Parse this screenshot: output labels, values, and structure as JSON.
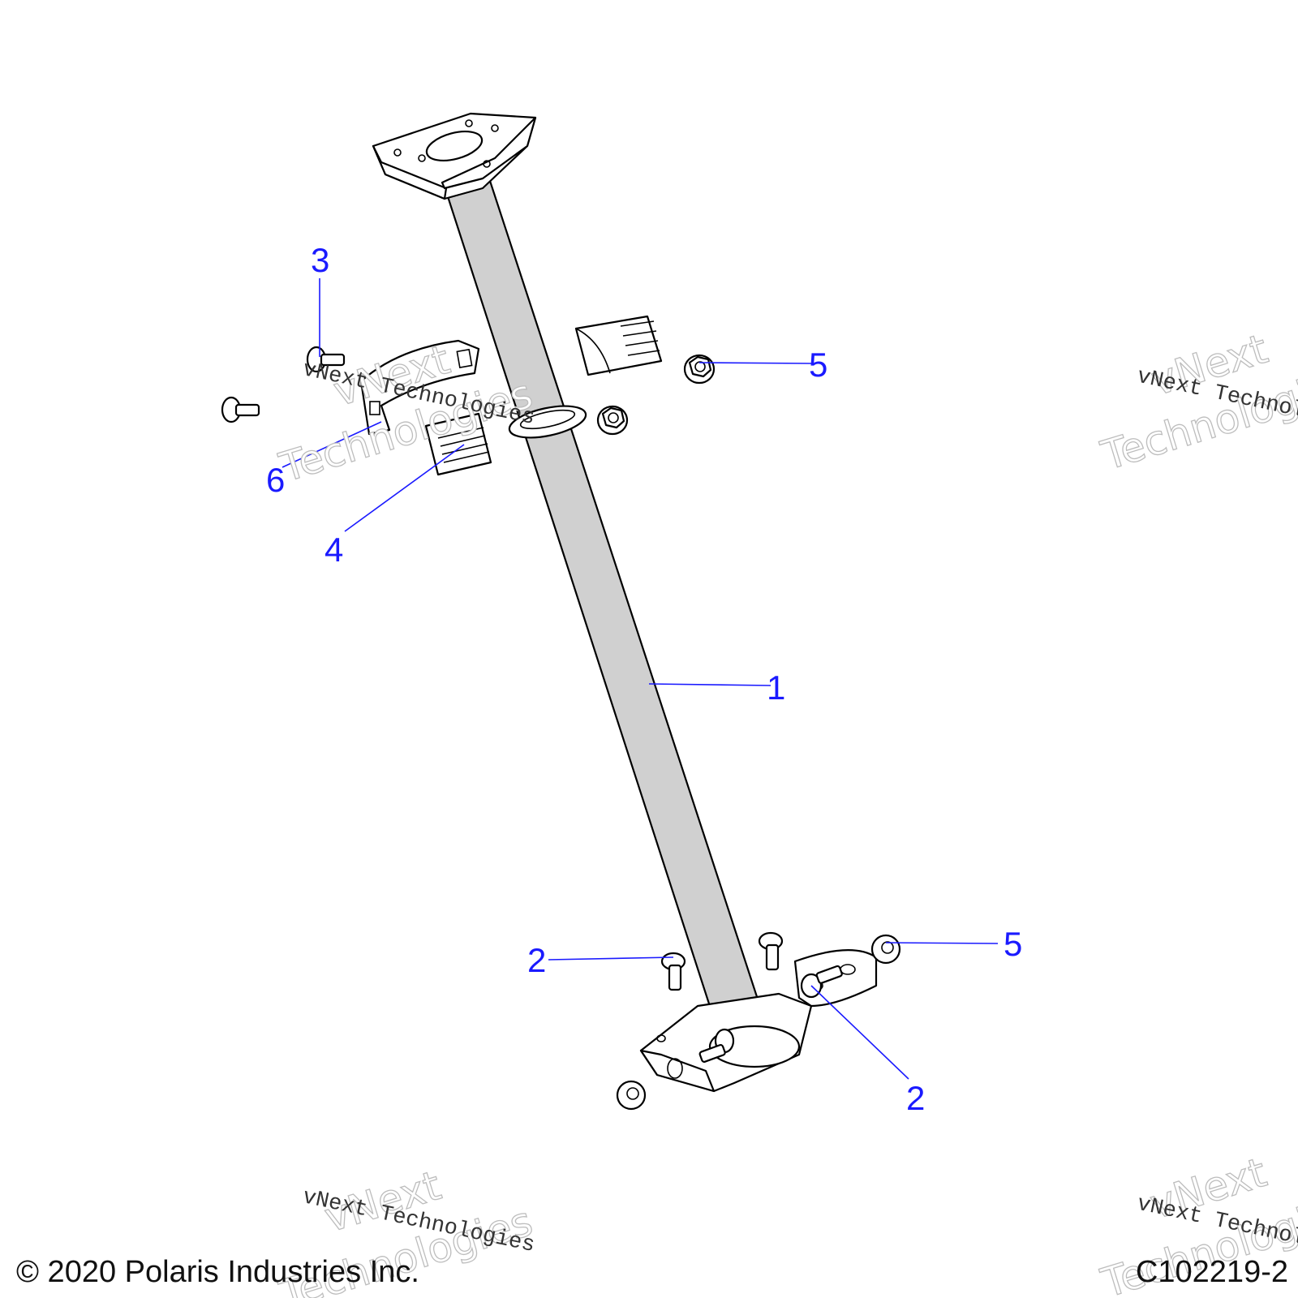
{
  "callouts": {
    "c1": "1",
    "c2a": "2",
    "c2b": "2",
    "c3": "3",
    "c4": "4",
    "c5a": "5",
    "c5b": "5",
    "c6": "6"
  },
  "watermark": {
    "line1": "vNext",
    "line2": "Technologies",
    "small": "vNext Technologies"
  },
  "footer": {
    "copyright": "© 2020 Polaris Industries Inc.",
    "code": "C102219-2"
  },
  "colors": {
    "callout": "#1a1aff",
    "shaft": "#d0d0d0"
  }
}
